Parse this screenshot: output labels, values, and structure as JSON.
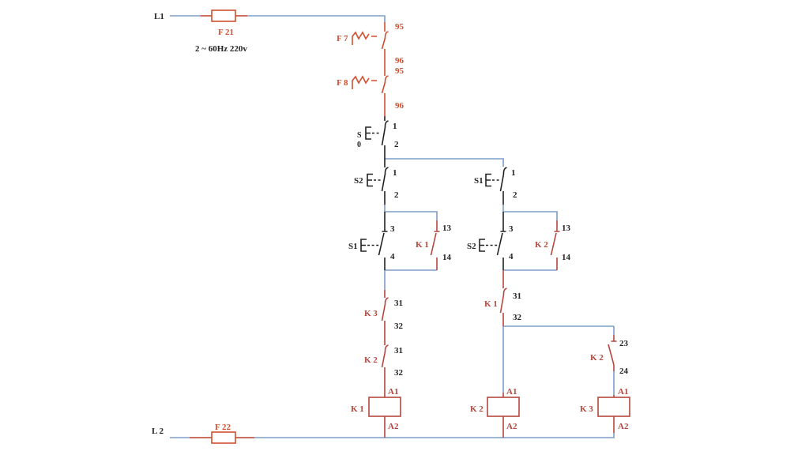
{
  "colors": {
    "wire_blue": "#7b9dc7",
    "hot_red": "#d14f2e",
    "component_red": "#b5473e",
    "ink_black": "#232323",
    "background": "#ffffff"
  },
  "supply": {
    "l1_label": "L1",
    "l2_label": "L 2",
    "fuse_top_label": "F 21",
    "fuse_bottom_label": "F 22",
    "rating_label": "2 ~ 60Hz 220v"
  },
  "overload_f7": {
    "label": "F 7",
    "terminal_top": "95",
    "terminal_bottom": "96"
  },
  "overload_f8": {
    "label": "F 8",
    "terminal_top": "95",
    "terminal_bottom": "96"
  },
  "stop_button_s0": {
    "label_line1": "S",
    "label_line2": "0",
    "terminal_top": "1",
    "terminal_bottom": "2"
  },
  "button_s2_nc": {
    "label": "S2",
    "terminal_top": "1",
    "terminal_bottom": "2"
  },
  "button_s1_nc": {
    "label": "S1",
    "terminal_top": "1",
    "terminal_bottom": "2"
  },
  "button_s1_no": {
    "label": "S1",
    "terminal_top": "3",
    "terminal_bottom": "4"
  },
  "contact_k1_no": {
    "label": "K 1",
    "terminal_top": "13",
    "terminal_bottom": "14"
  },
  "button_s2_no": {
    "label": "S2",
    "terminal_top": "3",
    "terminal_bottom": "4"
  },
  "contact_k2_no": {
    "label": "K 2",
    "terminal_top": "13",
    "terminal_bottom": "14"
  },
  "contact_k3_nc": {
    "label": "K 3",
    "terminal_top": "31",
    "terminal_bottom": "32"
  },
  "contact_k2_nc": {
    "label": "K 2",
    "terminal_top": "31",
    "terminal_bottom": "32"
  },
  "contact_k1_nc": {
    "label": "K 1",
    "terminal_top": "31",
    "terminal_bottom": "32"
  },
  "contact_k2_aux_no": {
    "label": "K 2",
    "terminal_top": "23",
    "terminal_bottom": "24"
  },
  "coil_k1": {
    "label": "K 1",
    "terminal_top": "A1",
    "terminal_bottom": "A2"
  },
  "coil_k2": {
    "label": "K 2",
    "terminal_top": "A1",
    "terminal_bottom": "A2"
  },
  "coil_k3": {
    "label": "K 3",
    "terminal_top": "A1",
    "terminal_bottom": "A2"
  }
}
